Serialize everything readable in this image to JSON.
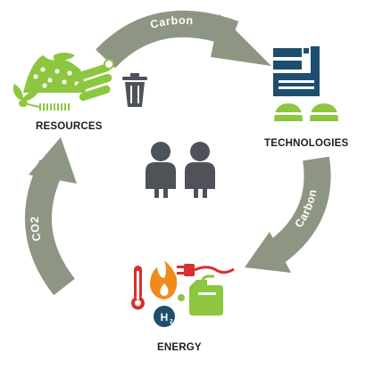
{
  "nodes": {
    "resources": "RESOURCES",
    "technologies": "TECHNOLOGIES",
    "energy": "ENERGY"
  },
  "flows": {
    "resources_to_technologies": "Carbon",
    "technologies_to_energy": "Carbon",
    "energy_to_resources": "CO2"
  },
  "icons": {
    "center": "people-icon",
    "resources": [
      "plant-icon",
      "biomass-pile-icon",
      "logs-icon",
      "trash-bin-icon"
    ],
    "technologies": [
      "factory-icon",
      "storage-tanks-icon"
    ],
    "energy": [
      "thermometer-icon",
      "flame-icon",
      "electric-plug-icon",
      "hydrogen-h2-icon",
      "fuel-canister-icon"
    ]
  },
  "colors": {
    "arrow": "#8d9682",
    "green": "#8dc63f",
    "navy": "#1d4e6e",
    "red": "#d7302e",
    "orange": "#f08a1c",
    "grey": "#4d5358"
  }
}
